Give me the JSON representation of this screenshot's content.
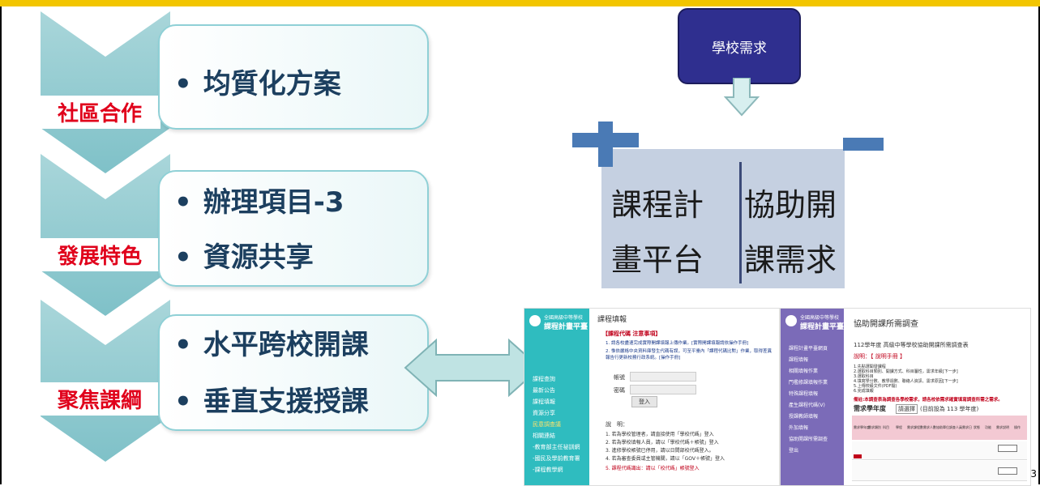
{
  "sections": [
    {
      "label": "社區合作",
      "items": [
        "均質化方案"
      ]
    },
    {
      "label": "發展特色",
      "items": [
        "辦理項目-3",
        "資源共享"
      ]
    },
    {
      "label": "聚焦課綱",
      "items": [
        "水平跨校開課",
        "垂直支援授課"
      ]
    }
  ],
  "bullet_char": "•",
  "school_need": "學校需求",
  "platform": {
    "left_line1": "課程計",
    "left_line2": "畫平台",
    "right_line1": "協助開",
    "right_line2": "課需求"
  },
  "screenshot_left": {
    "logo": "課程計畫平臺",
    "logo_sub": "全國高級中等學校",
    "page_title": "課程填報",
    "notice_title": "【課程代碼 注意事項】",
    "notice_1": "1. 請各校盡速完成實際開課填報上傳作業。[實際開課填報請依操作手冊]",
    "notice_2": "2. 惟依嚴格中央資料庫發生代碼有誤，可至平臺內「課程代碼比對」作業，取得差異報告行更新校務行政系統。[操作手冊]",
    "field_account": "帳號",
    "field_password": "密碼",
    "login_button": "登入",
    "sidebar": [
      "課程查詢",
      "最新公告",
      "課程填報",
      "資源分享",
      "民意調查議",
      "相關連結",
      "-教育部主任祕訓網",
      "-國民及學前教育署",
      "-課程教學網"
    ],
    "instructions_title": "說　明：",
    "instructions": [
      "1. 若為學校管理者，請直接使用「學校代碼」登入",
      "2. 若為學校填報人員，請以「學校代碼＋帳號」登入",
      "3. 進修學校帳號已停用，請以日間部校代碼登入。",
      "4. 若為審查委員或主管機關，請以「GOV＋帳號」登入",
      "5. 課程代碼識出：請以「校代碼」帳號登入"
    ]
  },
  "screenshot_right": {
    "logo": "課程計畫平臺",
    "logo_sub": "全國高級中等學校",
    "page_title": "協助開課所需調查",
    "subtitle": "112學年度 高級中等學校協助開課所需調查表",
    "explain": "說明：【 說明手冊 】",
    "steps": [
      "1.先點選開發課程",
      "2.選取科目類別、開課方式、科目屬性，需求年級[下一步]",
      "3.選取科目",
      "4.填寫學分數、教學週數、聯絡人資訊、需求原因[下一步]",
      "5.上傳校級文件(PDF檔)",
      "6.完成填報"
    ],
    "warning": "備註:本調查表為調查各學校需求，請各校依需求確實填寫調查所需之需求。",
    "year_label": "需求學年度",
    "year_select": "請選擇",
    "year_note": "(目前設為 113 學年度)",
    "sidebar": [
      "課程計畫平臺網頁",
      "課程填報",
      "相關填報作業",
      "門檻修課填報作業",
      "特殊課程填報",
      "產生課程代碼(V)",
      "授課教師填報",
      "外加填報",
      "協助開課所需調查",
      "登出"
    ],
    "table_headers": [
      "需求學年度",
      "需求類別",
      "科目",
      "學程",
      "需求課程數",
      "需求人數",
      "協助單位",
      "調查人員",
      "需求日",
      "狀態",
      "功能",
      "需求說明",
      "操作"
    ]
  },
  "page_number": "3"
}
